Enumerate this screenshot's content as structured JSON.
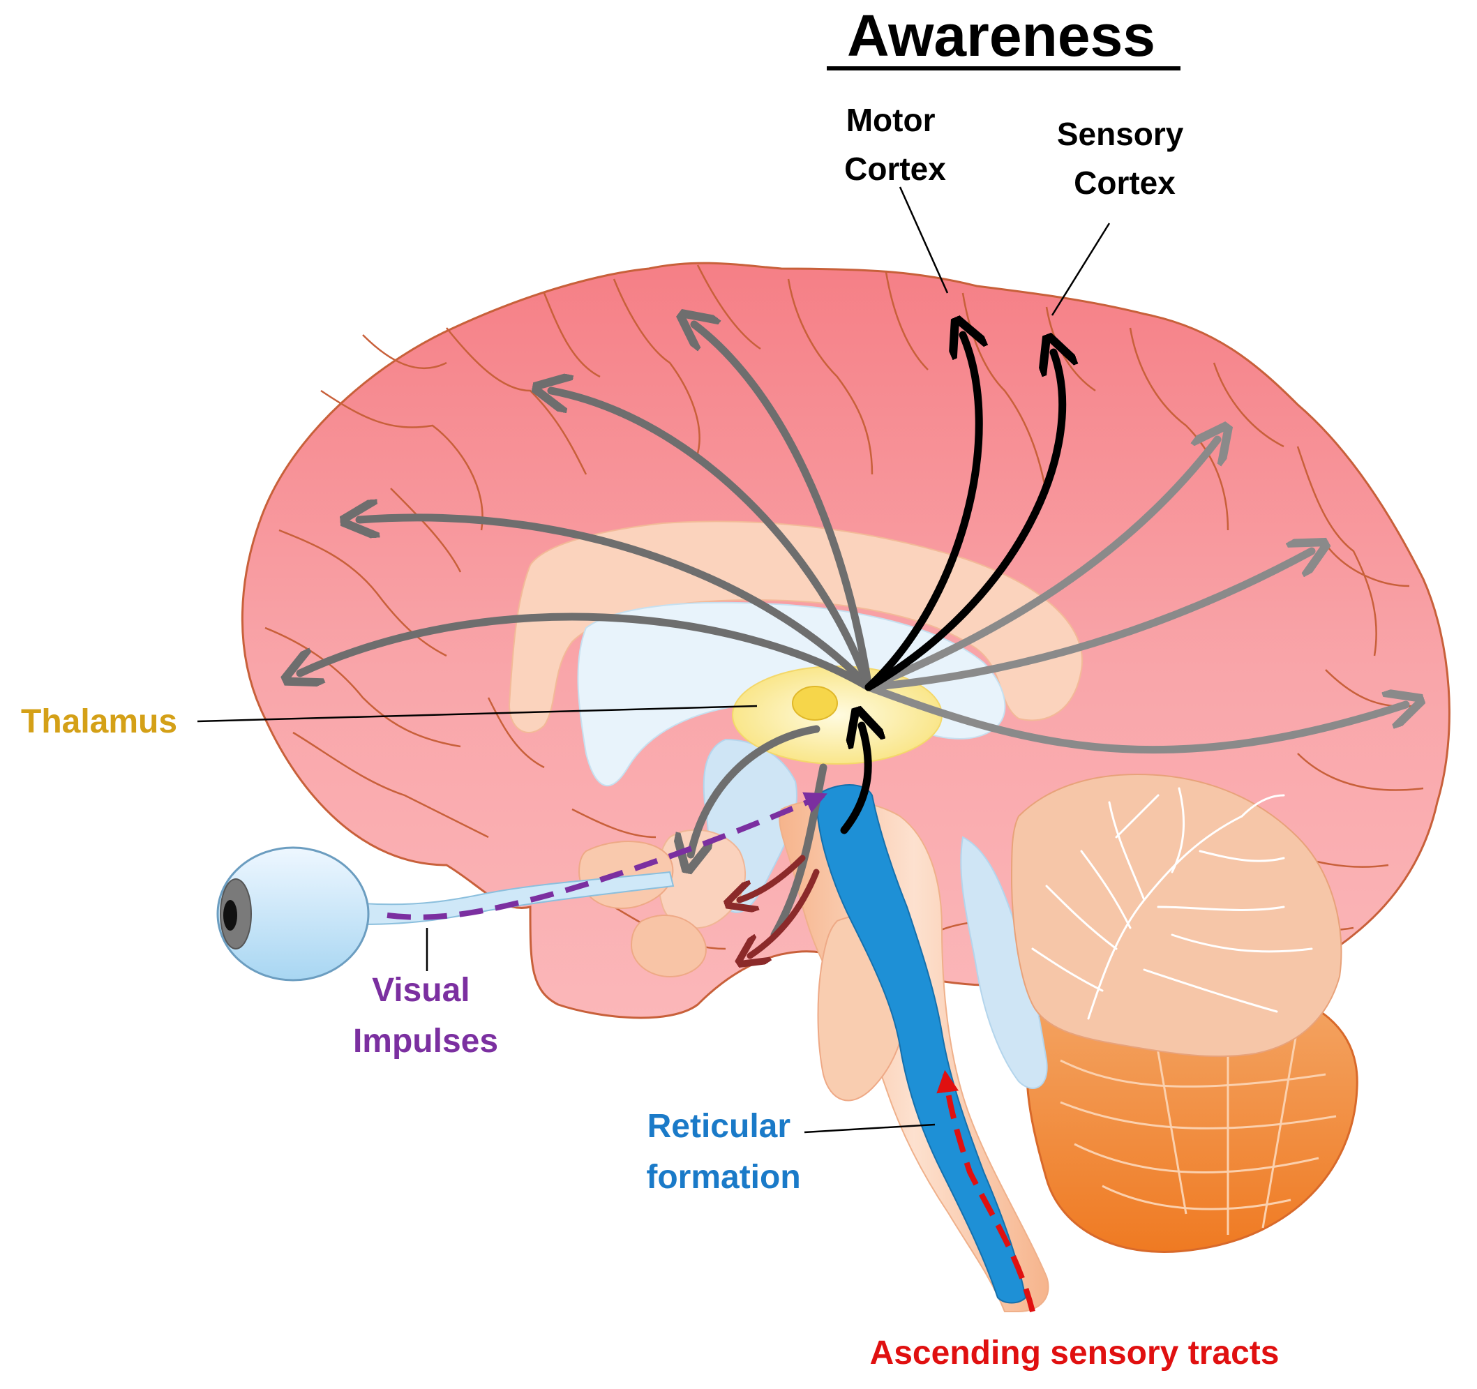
{
  "title": "Awareness",
  "labels": {
    "motor_cortex": [
      "Motor",
      "Cortex"
    ],
    "sensory_cortex": [
      "Sensory",
      "Cortex"
    ],
    "thalamus": "Thalamus",
    "visual_impulses": [
      "Visual",
      "Impulses"
    ],
    "reticular_formation": [
      "Reticular",
      "formation"
    ],
    "ascending_sensory_tracts": "Ascending sensory tracts"
  },
  "colors": {
    "title": "#000000",
    "thalamus_label": "#d4a017",
    "visual_label": "#7b2fa0",
    "reticular_label": "#1a7ac8",
    "ascending_label": "#e01010",
    "cortex": "#f7a2a6",
    "cortex_outline": "#c8603a",
    "arrow_gray": "#6e6e6e",
    "arrow_black": "#000000",
    "arrow_darkred": "#8b2a2a",
    "reticular_fill": "#1e90d6",
    "thalamus_fill": "#fbf0a0",
    "cerebellum_fill": "#f6c6a8",
    "cerebellum_base": "#f28a3a"
  }
}
